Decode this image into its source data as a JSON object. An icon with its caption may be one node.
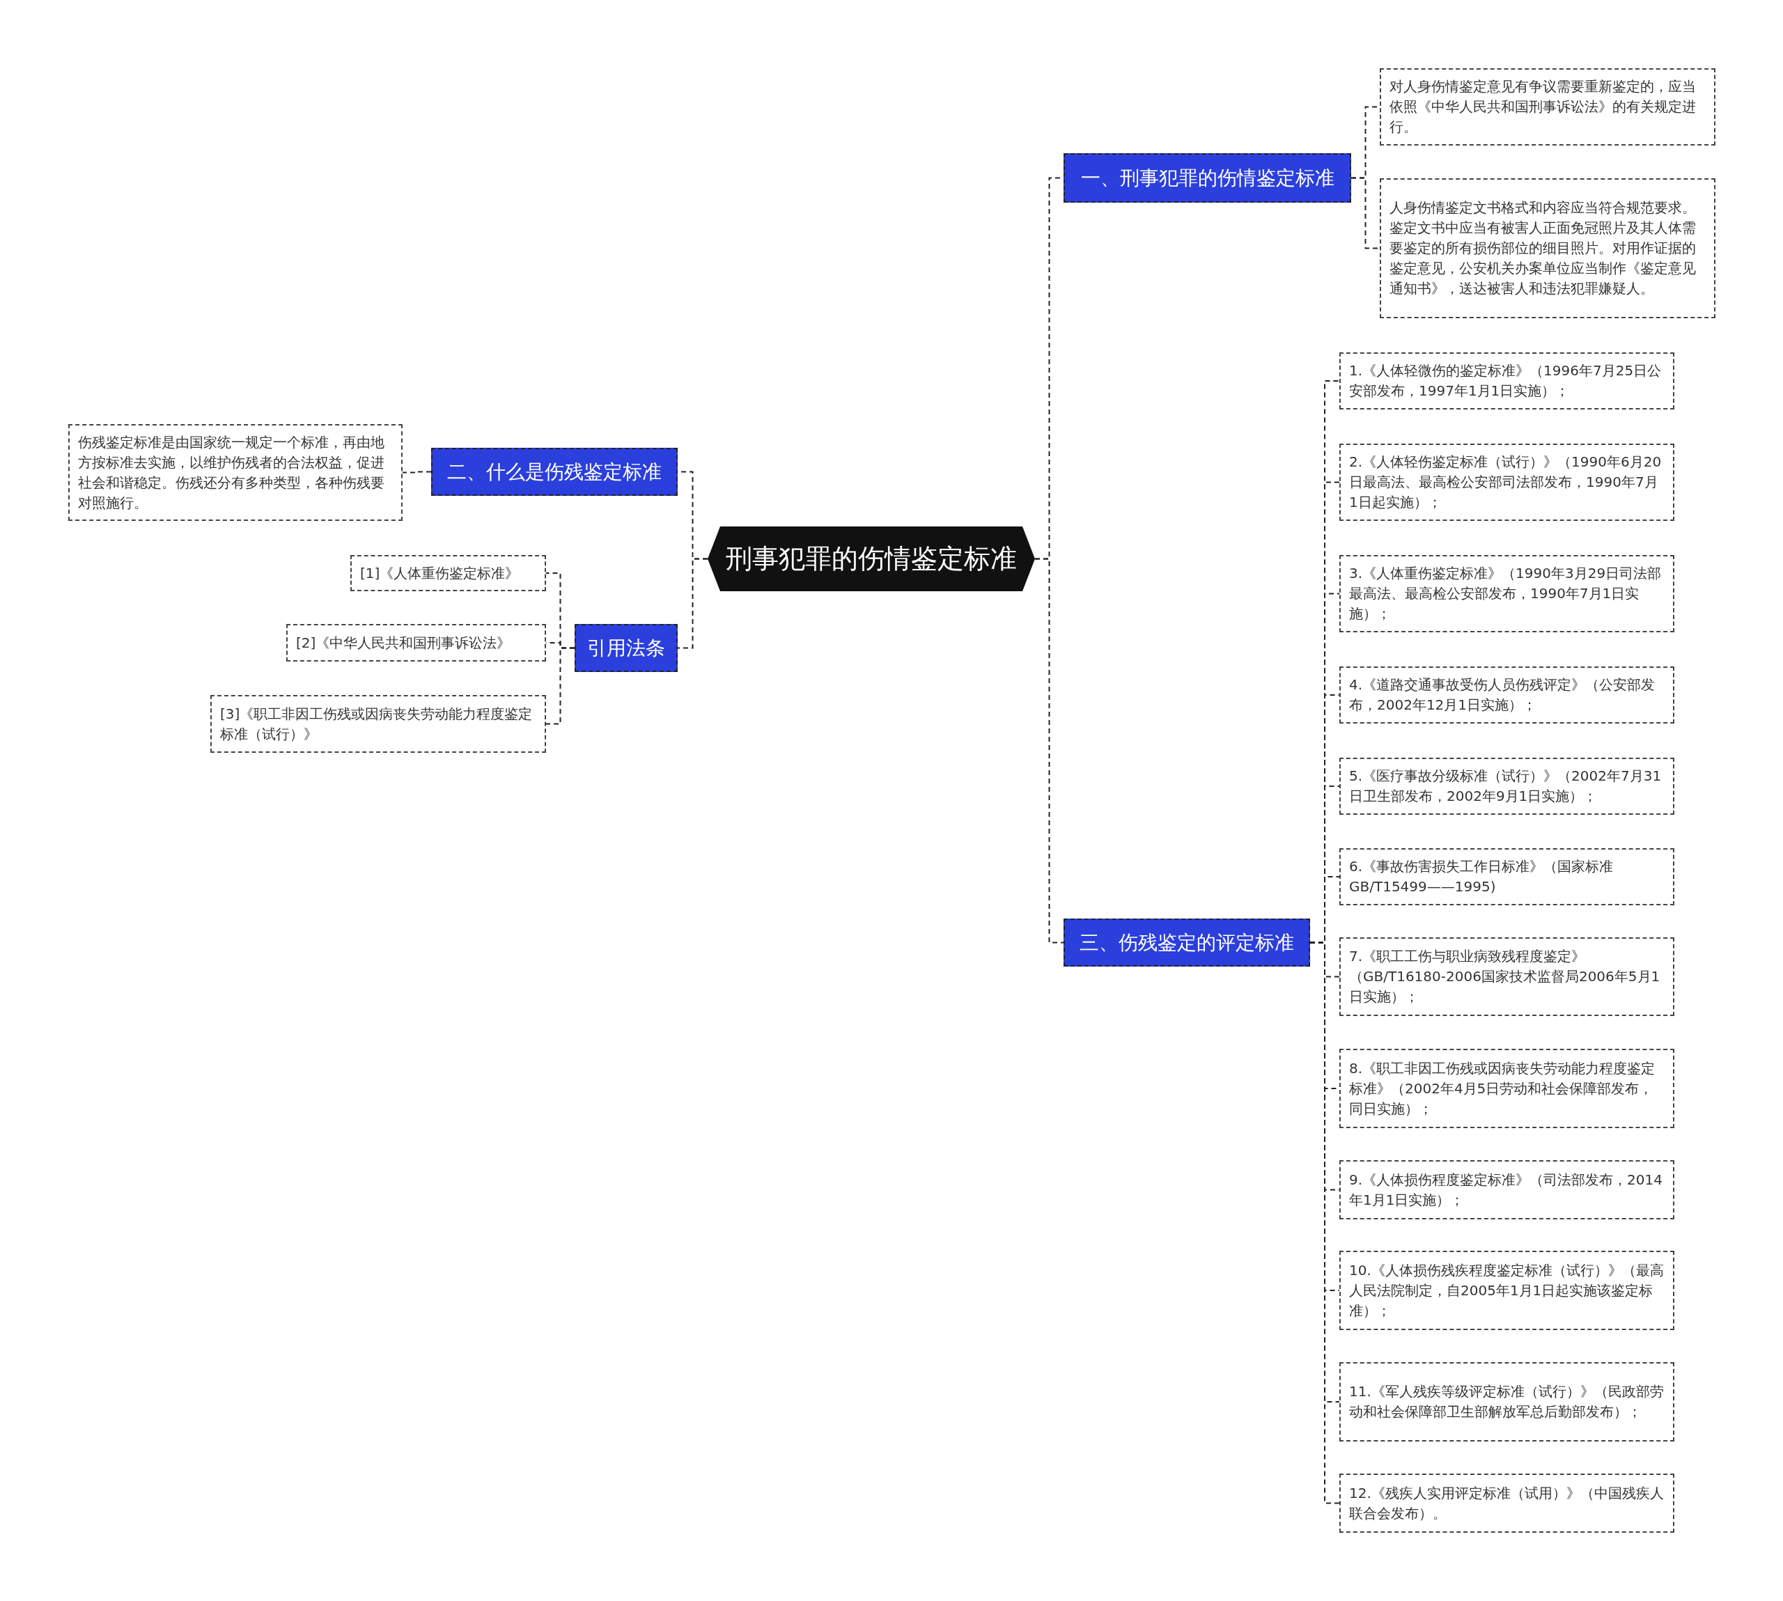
{
  "diagram": {
    "nodes": [
      {
        "text": [
          "刑事犯罪的伤情鉴定标准"
        ]
      },
      {
        "text": [
          "一、刑事犯罪的伤情鉴定标准"
        ]
      },
      {
        "text": [
          "对人身伤情鉴定意见有争议需要重新鉴定的，应当依照《中华人民共和国刑事诉讼法》的有关规定进行。"
        ]
      },
      {
        "text": [
          "人身伤情鉴定文书格式和内容应当符合规范要求。鉴定文书中应当有被害人正面免冠照片及其人体需要鉴定的所有损伤部位的细目照片。对用作证据的鉴定意见，公安机关办案单位应当制作《鉴定意见通知书》，送达被害人和违法犯罪嫌疑人。"
        ]
      },
      {
        "text": [
          "二、什么是伤残鉴定标准"
        ]
      },
      {
        "text": [
          "伤残鉴定标准是由国家统一规定一个标准，再由地方按标准去实施，以维护伤残者的合法权益，促进社会和谐稳定。伤残还分有多种类型，各种伤残要对照施行。"
        ]
      },
      {
        "text": [
          "引用法条"
        ]
      },
      {
        "text": [
          "[1]《人体重伤鉴定标准》"
        ]
      },
      {
        "text": [
          "[2]《中华人民共和国刑事诉讼法》"
        ]
      },
      {
        "text": [
          "[3]《职工非因工伤残或因病丧失劳动能力程度鉴定标准（试行）》"
        ]
      },
      {
        "text": [
          "三、伤残鉴定的评定标准"
        ]
      },
      {
        "text": [
          "1.《人体轻微伤的鉴定标准》（1996年7月25日公安部发布，1997年1月1日实施）；"
        ]
      },
      {
        "text": [
          "2.《人体轻伤鉴定标准（试行）》（1990年6月20日最高法、最高检公安部司法部发布，1990年7月1日起实施）；"
        ]
      },
      {
        "text": [
          "3.《人体重伤鉴定标准》（1990年3月29日司法部最高法、最高检公安部发布，1990年7月1日实施）；"
        ]
      },
      {
        "text": [
          "4.《道路交通事故受伤人员伤残评定》（公安部发布，2002年12月1日实施）；"
        ]
      },
      {
        "text": [
          "5.《医疗事故分级标准（试行）》（2002年7月31日卫生部发布，2002年9月1日实施）；"
        ]
      },
      {
        "text": [
          "6.《事故伤害损失工作日标准》（国家标准GB/T15499——1995)"
        ]
      },
      {
        "text": [
          "7.《职工工伤与职业病致残程度鉴定》（GB/T16180-2006国家技术监督局2006年5月1日实施）；"
        ]
      },
      {
        "text": [
          "8.《职工非因工伤残或因病丧失劳动能力程度鉴定标准》（2002年4月5日劳动和社会保障部发布，同日实施）；"
        ]
      },
      {
        "text": [
          "9.《人体损伤程度鉴定标准》（司法部发布，2014年1月1日实施）；"
        ]
      },
      {
        "text": [
          "10.《人体损伤残疾程度鉴定标准（试行）》（最高人民法院制定，自2005年1月1日起实施该鉴定标准）；"
        ]
      },
      {
        "text": [
          "11.《军人残疾等级评定标准（试行）》（民政部劳动和社会保障部卫生部解放军总后勤部发布）；"
        ]
      },
      {
        "text": [
          "12.《残疾人实用评定标准（试用）》（中国残疾人联合会发布）。"
        ]
      }
    ],
    "edges": [
      {
        "from": 0,
        "to": 1,
        "arrow": "none"
      },
      {
        "from": 1,
        "to": 2,
        "arrow": "none"
      },
      {
        "from": 1,
        "to": 3,
        "arrow": "none"
      },
      {
        "from": 0,
        "to": 4,
        "arrow": "none"
      },
      {
        "from": 4,
        "to": 5,
        "arrow": "none"
      },
      {
        "from": 0,
        "to": 6,
        "arrow": "none"
      },
      {
        "from": 6,
        "to": 7,
        "arrow": "none"
      },
      {
        "from": 6,
        "to": 8,
        "arrow": "none"
      },
      {
        "from": 6,
        "to": 9,
        "arrow": "none"
      },
      {
        "from": 0,
        "to": 10,
        "arrow": "none"
      },
      {
        "from": 10,
        "to": 11,
        "arrow": "none"
      },
      {
        "from": 10,
        "to": 12,
        "arrow": "none"
      },
      {
        "from": 10,
        "to": 13,
        "arrow": "none"
      },
      {
        "from": 10,
        "to": 14,
        "arrow": "none"
      },
      {
        "from": 10,
        "to": 15,
        "arrow": "none"
      },
      {
        "from": 10,
        "to": 16,
        "arrow": "none"
      },
      {
        "from": 10,
        "to": 17,
        "arrow": "none"
      },
      {
        "from": 10,
        "to": 18,
        "arrow": "none"
      },
      {
        "from": 10,
        "to": 19,
        "arrow": "none"
      },
      {
        "from": 10,
        "to": 20,
        "arrow": "none"
      },
      {
        "from": 10,
        "to": 21,
        "arrow": "none"
      },
      {
        "from": 10,
        "to": 22,
        "arrow": "none"
      }
    ]
  }
}
